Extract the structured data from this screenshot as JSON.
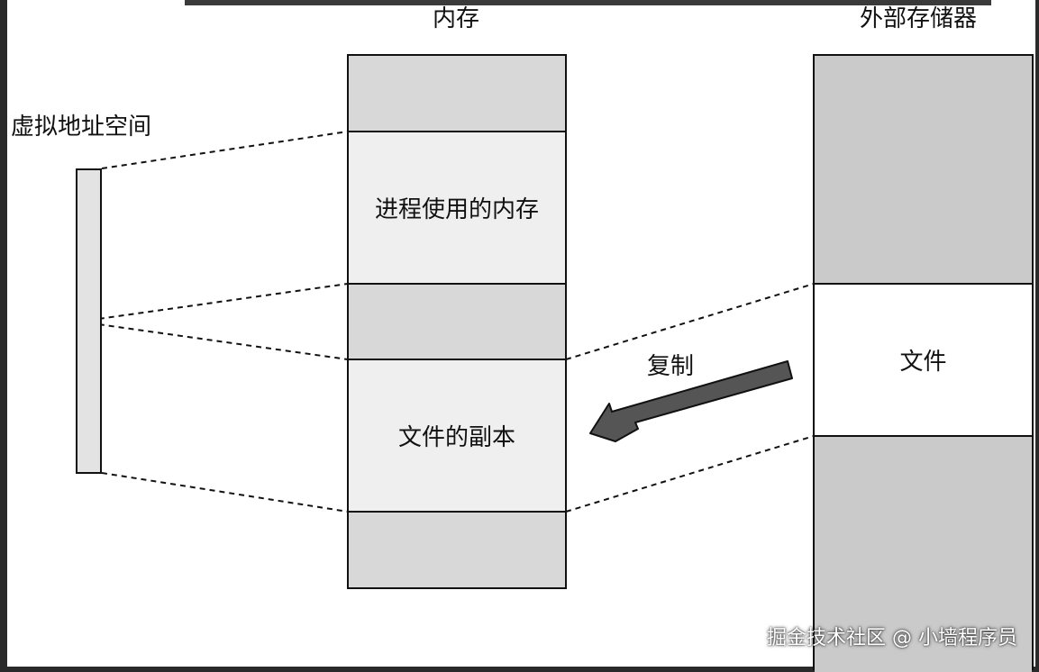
{
  "labels": {
    "memory": "内存",
    "external_storage": "外部存储器",
    "virtual_space": "虚拟地址空间",
    "copy": "复制"
  },
  "memory_segments": {
    "process_memory": "进程使用的内存",
    "file_copy": "文件的副本"
  },
  "storage_segments": {
    "file": "文件"
  },
  "watermark": "掘金技术社区 @ 小墙程序员",
  "colors": {
    "dark_fill": "#d8d8d8",
    "light_fill": "#efefef",
    "storage_fill": "#cacaca",
    "arrow_fill": "#555555",
    "virtual_fill": "#e3e3e3",
    "white": "#ffffff"
  }
}
